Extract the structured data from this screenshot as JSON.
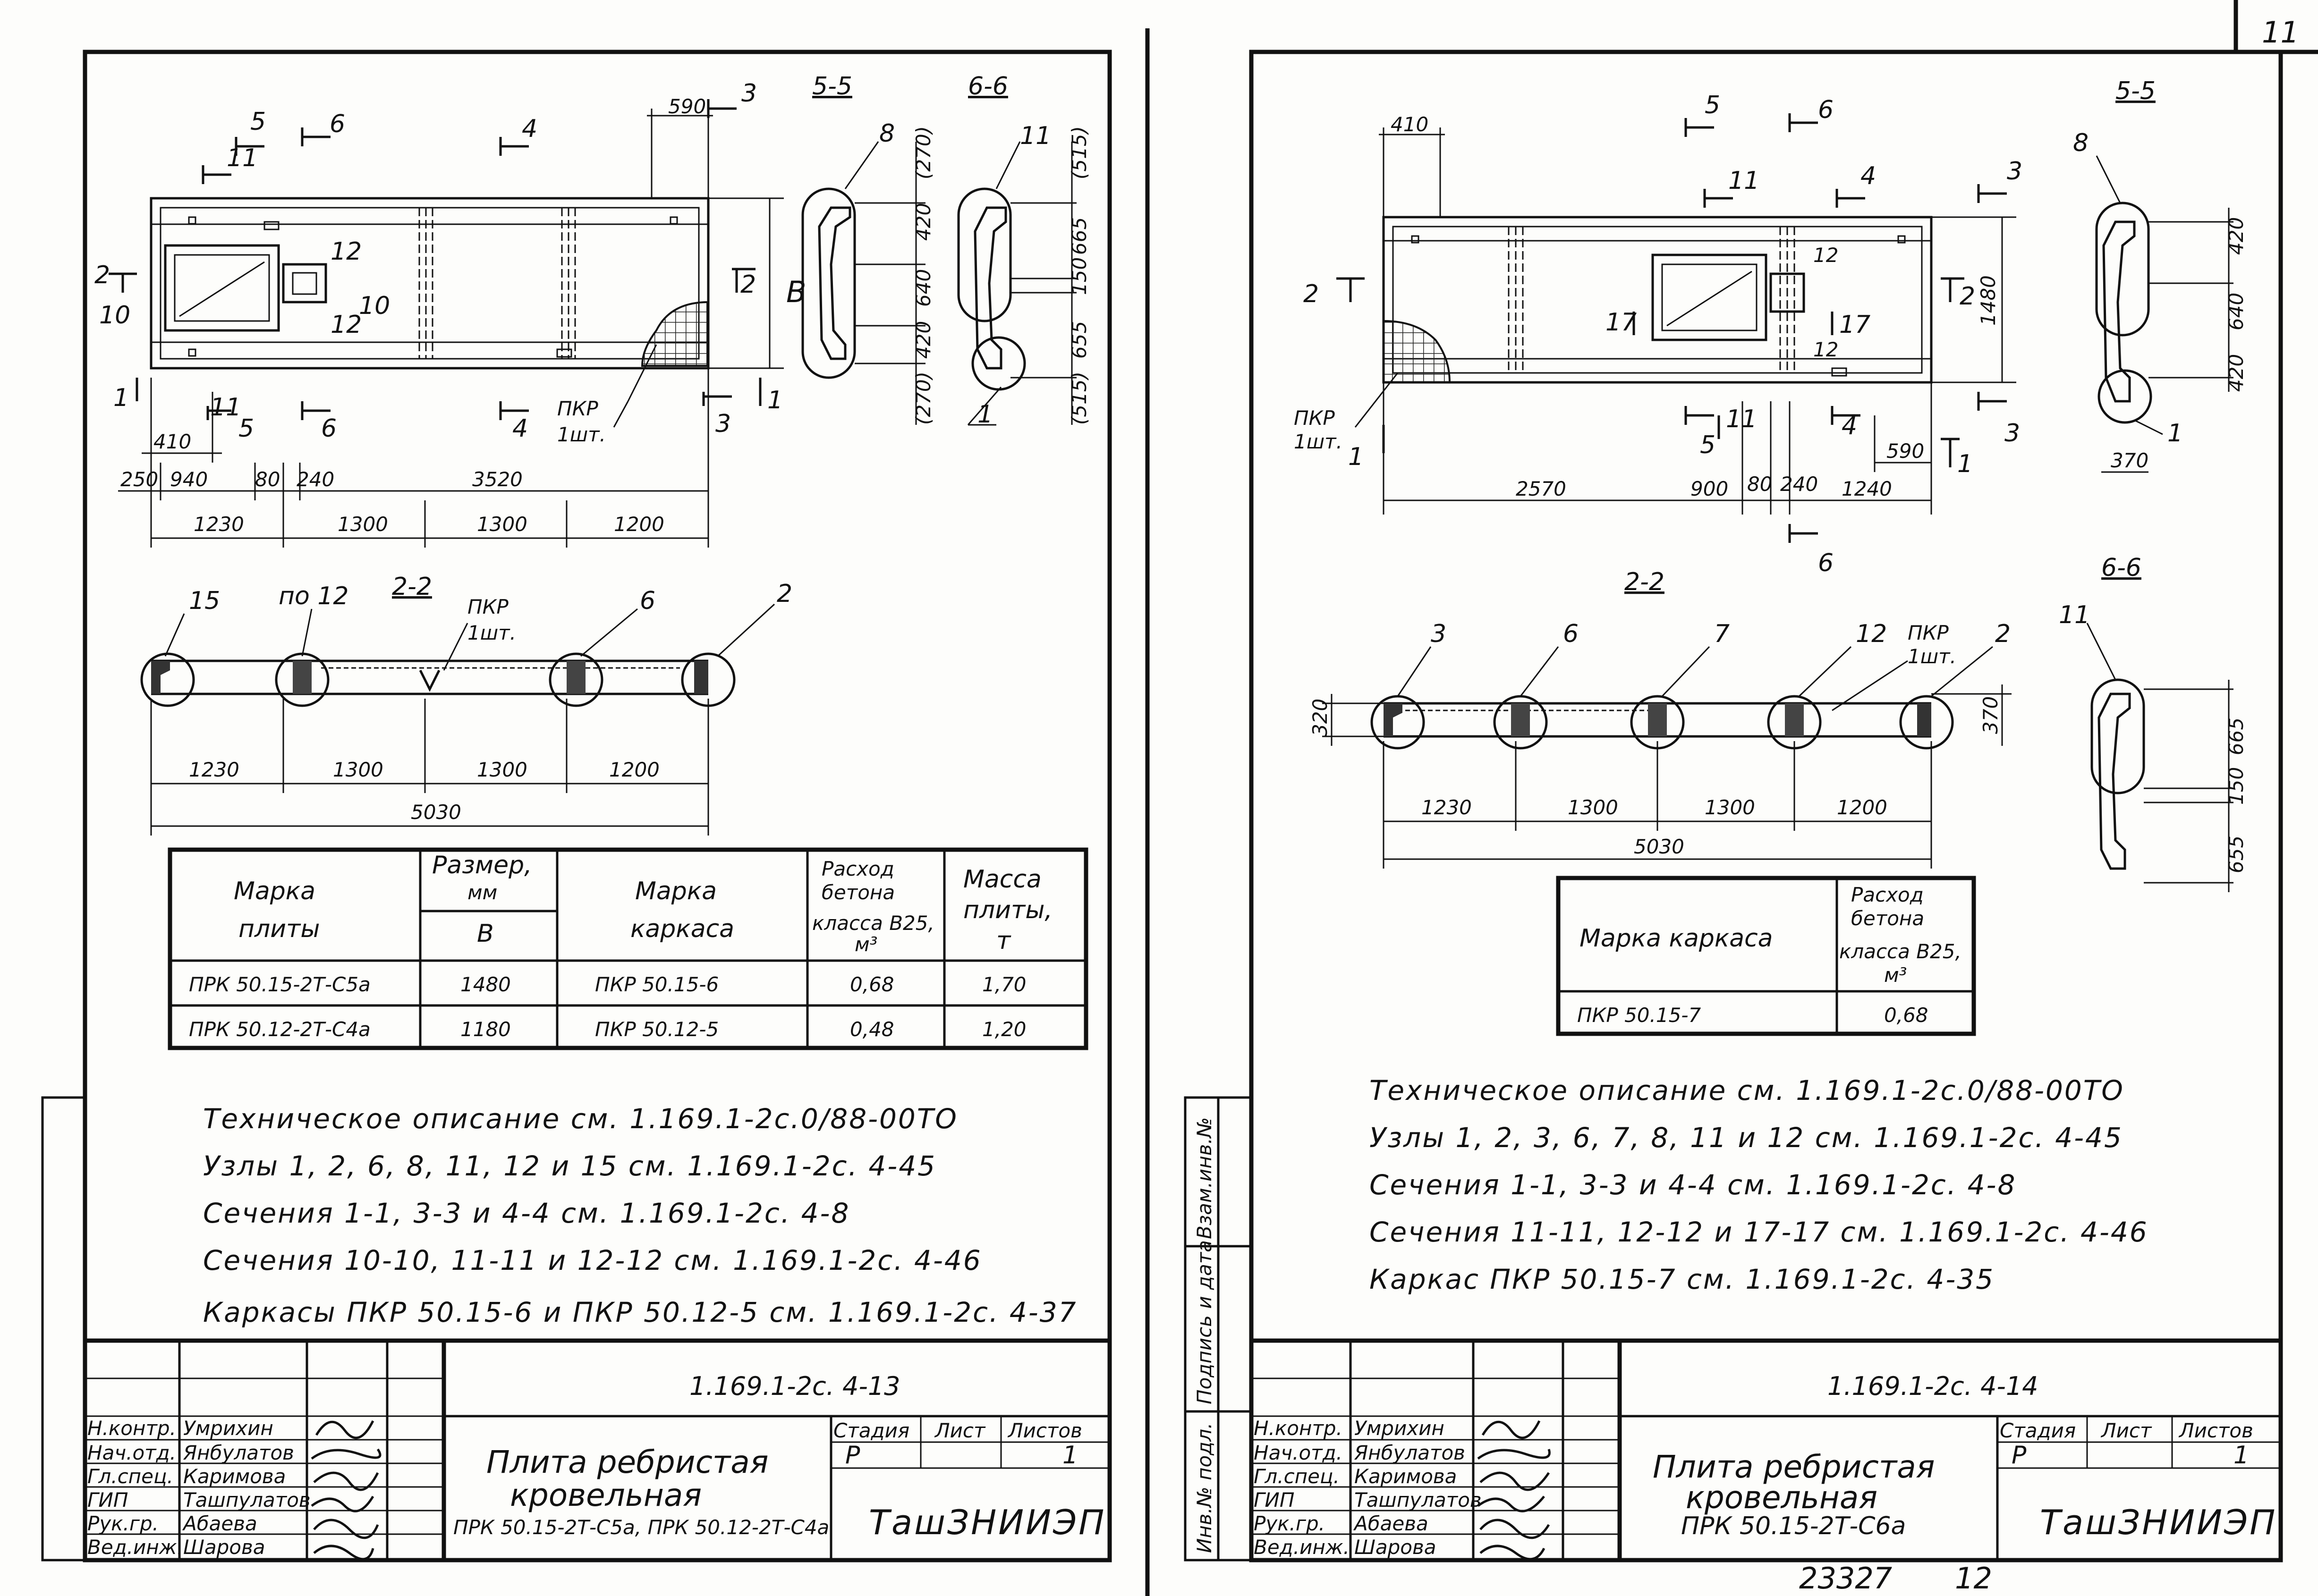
{
  "sheet_number": "11",
  "footer_numbers": {
    "archive": "23327",
    "page": "12"
  },
  "side_stamp": {
    "labels": [
      "Инв.№ подл.",
      "Подпись и дата",
      "Взам.инв.№"
    ]
  },
  "left_sheet": {
    "section_labels": [
      "5-5",
      "6-6",
      "2-2"
    ],
    "cut_marks": [
      "1",
      "2",
      "3",
      "4",
      "5",
      "6",
      "10",
      "11",
      "12"
    ],
    "plan_dims": {
      "top": "590",
      "bottom_row1": [
        "410"
      ],
      "bottom_row2": [
        "250",
        "940",
        "80",
        "240",
        "3520"
      ],
      "bottom_row3": [
        "1230",
        "1300",
        "1300",
        "1200"
      ],
      "height_label": "B",
      "s55_dims": [
        "(270)",
        "420",
        "640",
        "420",
        "(270)"
      ],
      "s66_dims": [
        "(515)",
        "665",
        "150",
        "655",
        "(515)"
      ]
    },
    "callouts": [
      "8",
      "11",
      "1",
      "ПКР",
      "1шт.",
      "15",
      "по 12",
      "6",
      "2"
    ],
    "section22_dims": [
      "1230",
      "1300",
      "1300",
      "1200",
      "5030"
    ],
    "table": {
      "headers": {
        "mark": "Марка плиты",
        "size": "Размер, мм",
        "size_sub": "B",
        "frame": "Марка каркаса",
        "concrete": "Расход бетона класса В25, м³",
        "mass": "Масса плиты, т"
      },
      "rows": [
        {
          "mark": "ПРК 50.15-2Т-С5а",
          "b": "1480",
          "frame": "ПКР 50.15-6",
          "concrete": "0,68",
          "mass": "1,70"
        },
        {
          "mark": "ПРК 50.12-2Т-С4а",
          "b": "1180",
          "frame": "ПКР 50.12-5",
          "concrete": "0,48",
          "mass": "1,20"
        }
      ]
    },
    "notes": [
      "Техническое описание см. 1.169.1-2с.0/88-00ТО",
      "Узлы 1, 2, 6, 8, 11, 12 и 15 см. 1.169.1-2с. 4-45",
      "Сечения 1-1, 3-3 и 4-4 см. 1.169.1-2с. 4-8",
      "Сечения 10-10, 11-11 и 12-12 см. 1.169.1-2с. 4-46",
      "Каркасы ПКР 50.15-6 и ПКР 50.12-5 см. 1.169.1-2с. 4-37"
    ],
    "title_block": {
      "code": "1.169.1-2с. 4-13",
      "roles": [
        "Н.контр.",
        "Нач.отд.",
        "Гл.спец.",
        "ГИП",
        "Рук.гр.",
        "Вед.инж."
      ],
      "names": [
        "Умрихин",
        "Янбулатов",
        "Каримова",
        "Ташпулатов",
        "Абаева",
        "Шарова"
      ],
      "title_lines": [
        "Плита ребристая",
        "кровельная",
        "ПРК 50.15-2Т-С5а, ПРК 50.12-2Т-С4а"
      ],
      "stage_label": "Стадия",
      "sheet_label": "Лист",
      "sheets_label": "Листов",
      "stage": "Р",
      "sheets": "1",
      "org": "ТашЗНИИЭП"
    }
  },
  "right_sheet": {
    "section_labels": [
      "5-5",
      "2-2",
      "6-6"
    ],
    "cut_marks": [
      "1",
      "2",
      "3",
      "4",
      "5",
      "6",
      "11",
      "12",
      "17"
    ],
    "plan_dims": {
      "top": "410",
      "height": "1480",
      "bottom_row1": [
        "590"
      ],
      "bottom_row2": [
        "2570",
        "900",
        "80",
        "240",
        "1240"
      ],
      "s55_dims": [
        "420",
        "640",
        "420"
      ],
      "s55_bottom": "370",
      "s66_dims": [
        "665",
        "150",
        "655"
      ]
    },
    "callouts": [
      "8",
      "1",
      "ПКР",
      "1шт.",
      "3",
      "6",
      "7",
      "12",
      "2",
      "11"
    ],
    "section22_dims": [
      "1230",
      "1300",
      "1300",
      "1200",
      "5030"
    ],
    "section22_heights": [
      "320",
      "370"
    ],
    "table": {
      "headers": {
        "frame": "Марка каркаса",
        "concrete": "Расход бетона класса В25, м³"
      },
      "rows": [
        {
          "frame": "ПКР 50.15-7",
          "concrete": "0,68"
        }
      ]
    },
    "notes": [
      "Техническое описание см. 1.169.1-2с.0/88-00ТО",
      "Узлы 1, 2, 3, 6, 7, 8, 11 и 12 см. 1.169.1-2с. 4-45",
      "Сечения 1-1, 3-3 и 4-4 см. 1.169.1-2с. 4-8",
      "Сечения 11-11, 12-12 и 17-17 см. 1.169.1-2с. 4-46",
      "Каркас ПКР 50.15-7 см. 1.169.1-2с. 4-35"
    ],
    "title_block": {
      "code": "1.169.1-2с. 4-14",
      "roles": [
        "Н.контр.",
        "Нач.отд.",
        "Гл.спец.",
        "ГИП",
        "Рук.гр.",
        "Вед.инж."
      ],
      "names": [
        "Умрихин",
        "Янбулатов",
        "Каримова",
        "Ташпулатов",
        "Абаева",
        "Шарова"
      ],
      "title_lines": [
        "Плита ребристая",
        "кровельная",
        "ПРК 50.15-2Т-С6а"
      ],
      "stage_label": "Стадия",
      "sheet_label": "Лист",
      "sheets_label": "Листов",
      "stage": "Р",
      "sheets": "1",
      "org": "ТашЗНИИЭП"
    }
  }
}
